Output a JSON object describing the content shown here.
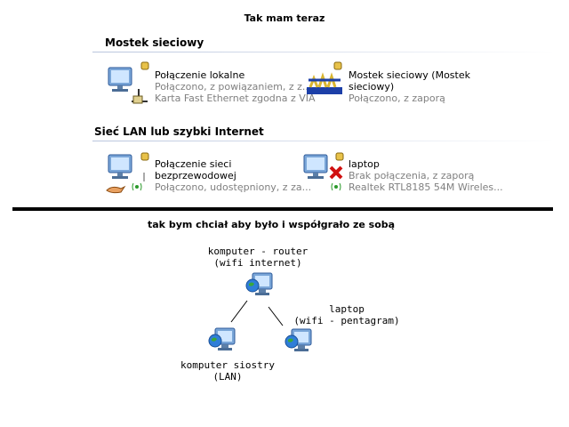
{
  "top_title": "Tak mam teraz",
  "sections": [
    {
      "heading": "Mostek sieciowy",
      "items": [
        {
          "name": "Połączenie lokalne",
          "status": "Połączono, z powiązaniem, z z...",
          "device": "Karta Fast Ethernet zgodna z VIA"
        },
        {
          "name": "Mostek sieciowy (Mostek sieciowy)",
          "status": "Połączono, z zaporą"
        }
      ]
    },
    {
      "heading": "Sieć LAN lub szybki Internet",
      "items": [
        {
          "name": "Połączenie sieci bezprzewodowej",
          "status": "Połączono, udostępniony, z za..."
        },
        {
          "name": "laptop",
          "status": "Brak połączenia, z zaporą",
          "device": "Realtek RTL8185 54M Wireles..."
        }
      ]
    }
  ],
  "bottom_caption": "tak bym chciał aby było i współgrało ze sobą",
  "diagram": {
    "router_label": "komputer - router\n(wifi internet)",
    "laptop_label": "laptop\n(wifi - pentagram)",
    "sister_label": "komputer siostry (LAN)"
  }
}
